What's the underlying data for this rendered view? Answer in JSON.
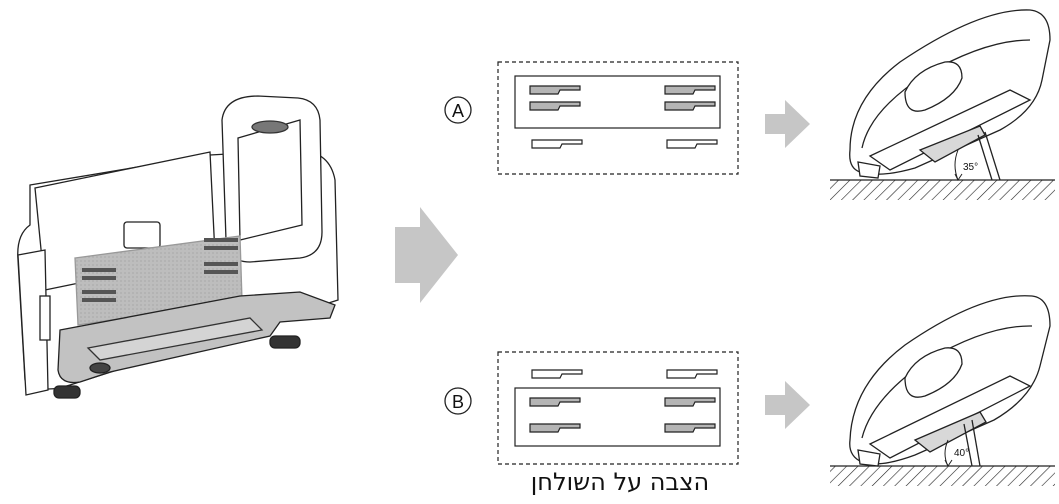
{
  "caption": "הצבה על השולחן",
  "options": [
    {
      "label": "A",
      "angle": "35°"
    },
    {
      "label": "B",
      "angle": "40°"
    }
  ],
  "colors": {
    "line": "#222222",
    "fill_gray": "#bdbdbd",
    "arrow_gray": "#c6c6c6",
    "slot_gray": "#b5b5b5"
  },
  "icons": [
    "phone-base-illustration",
    "arrow-right-icon",
    "slot-panel",
    "phone-side-view"
  ]
}
